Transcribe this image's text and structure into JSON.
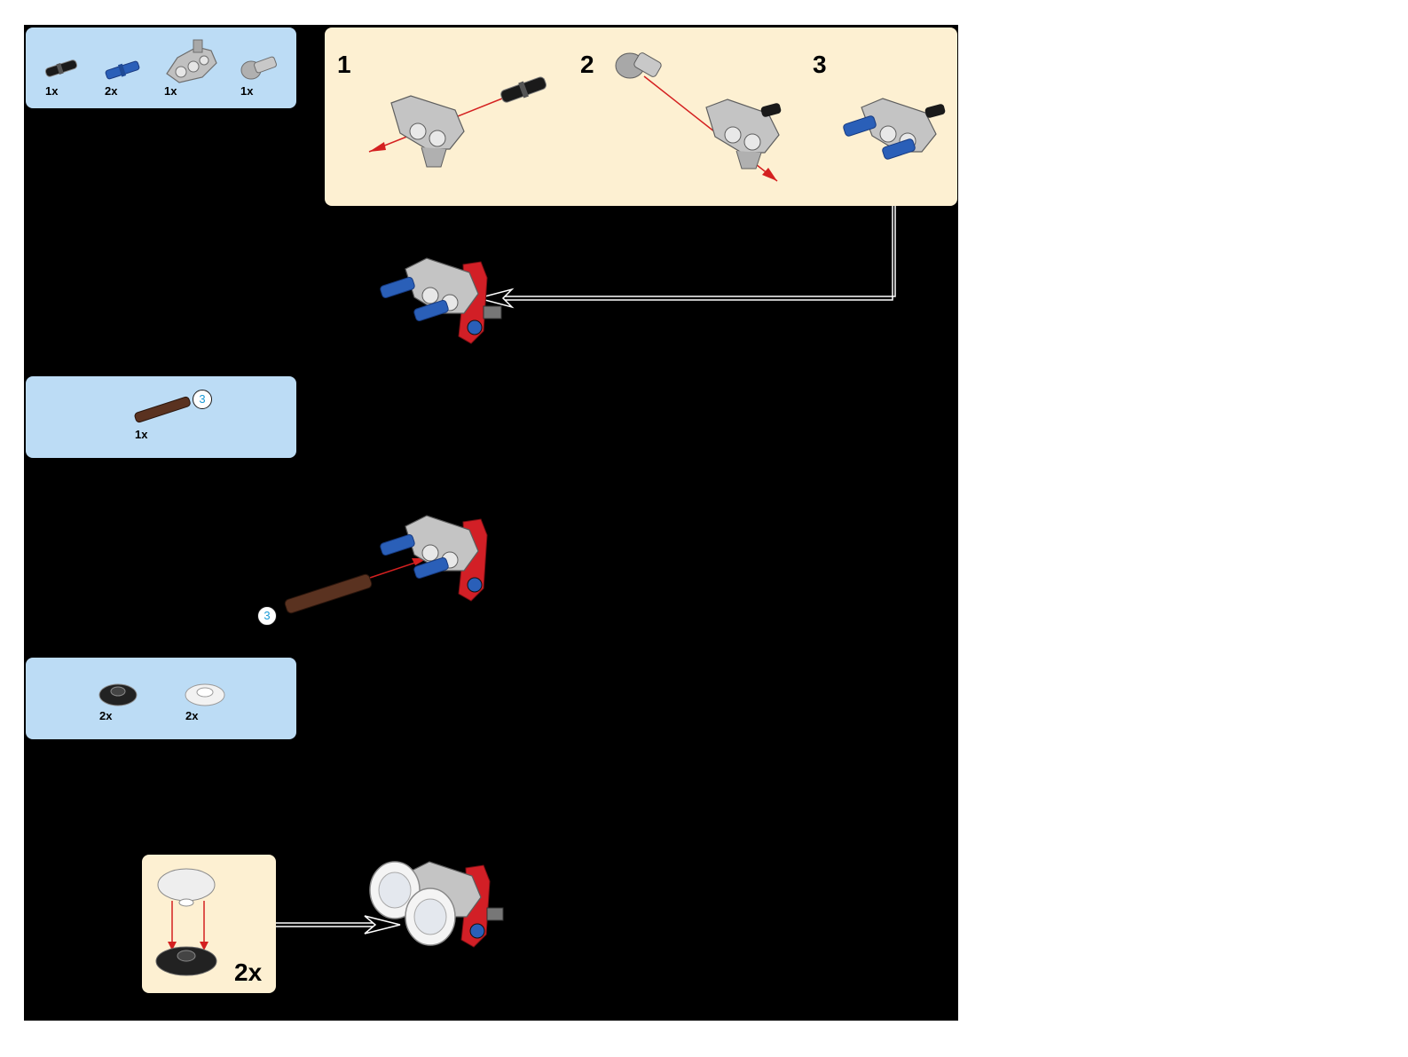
{
  "parts_list_1": {
    "items": [
      {
        "name": "black-pin-icon",
        "qty": "1x"
      },
      {
        "name": "blue-axle-pin-icon",
        "qty": "2x"
      },
      {
        "name": "gray-beam-icon",
        "qty": "1x"
      },
      {
        "name": "gray-connector-icon",
        "qty": "1x"
      }
    ]
  },
  "subassembly": {
    "steps": [
      "1",
      "2",
      "3"
    ]
  },
  "parts_list_2": {
    "items": [
      {
        "name": "brown-axle-icon",
        "qty": "1x",
        "callout": "3"
      }
    ]
  },
  "main_step_2": {
    "callout": "3"
  },
  "parts_list_3": {
    "items": [
      {
        "name": "black-round-plate-icon",
        "qty": "2x"
      },
      {
        "name": "clear-dish-icon",
        "qty": "2x"
      }
    ]
  },
  "subassembly_2": {
    "multiplier": "2x"
  },
  "colors": {
    "background": "#000000",
    "parts_panel": "#bcdcf5",
    "subassembly_panel": "#fdf0d2",
    "arrow": "#d42020",
    "beam": "#b8b8b8",
    "blue_pin": "#2a5fb8",
    "red_frame": "#d21f26",
    "brown_axle": "#5a3220"
  }
}
